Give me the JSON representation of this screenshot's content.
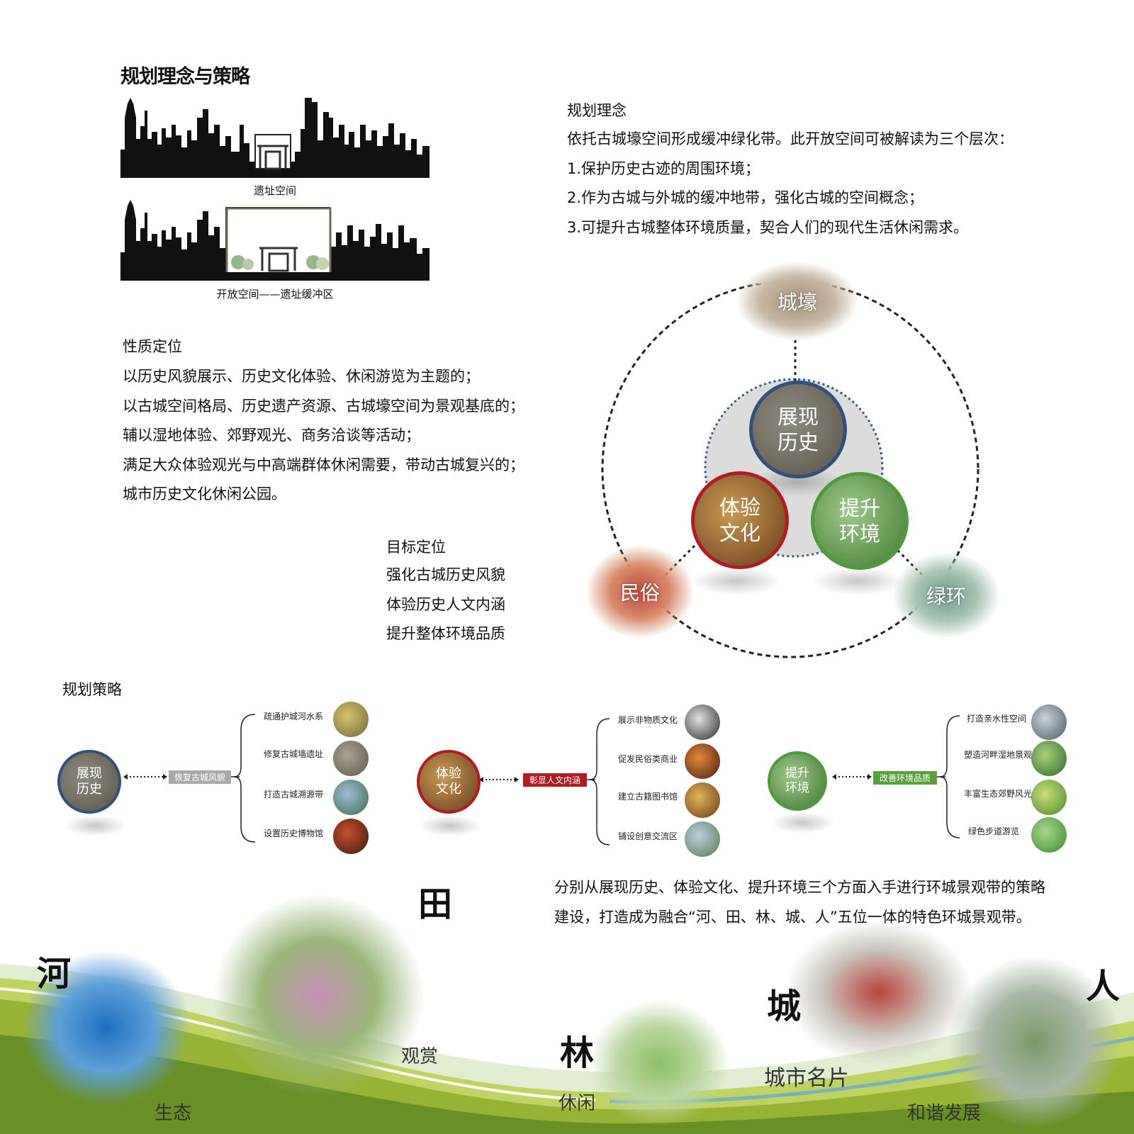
{
  "title": "规划理念与策略",
  "skylines": [
    {
      "caption": "遗址空间"
    },
    {
      "caption": "开放空间——遗址缓冲区"
    }
  ],
  "concept": {
    "heading": "规划理念",
    "lines": [
      "依托古城壕空间形成缓冲绿化带。此开放空间可被解读为三个层次：",
      "1.保护历史古迹的周围环境；",
      "2.作为古城与外城的缓冲地带，强化古城的空间概念；",
      "3.可提升古城整体环境质量，契合人们的现代生活休闲需求。"
    ]
  },
  "positioning": {
    "heading": "性质定位",
    "lines": [
      "以历史风貌展示、历史文化体验、休闲游览为主题的；",
      "以古城空间格局、历史遗产资源、古城壕空间为景观基底的；",
      "辅以湿地体验、郊野观光、商务洽谈等活动；",
      "满足大众体验观光与中高端群体休闲需要，带动古城复兴的；",
      "城市历史文化休闲公园。"
    ]
  },
  "goals": {
    "heading": "目标定位",
    "lines": [
      "强化古城历史风貌",
      "体验历史人文内涵",
      "提升整体环境品质"
    ]
  },
  "diagram": {
    "outer": {
      "top": "城壕",
      "left": "民俗",
      "right": "绿环"
    },
    "inner": [
      {
        "line1": "展现",
        "line2": "历史",
        "color": "#34507a"
      },
      {
        "line1": "体验",
        "line2": "文化",
        "color": "#b01c22"
      },
      {
        "line1": "提升",
        "line2": "环境",
        "color": "#4f9a3a"
      }
    ]
  },
  "strategy": {
    "heading": "规划策略",
    "groups": [
      {
        "node_line1": "展现",
        "node_line2": "历史",
        "node_color": "#34507a",
        "tag": "恢复古城风貌",
        "tag_color": "#a9a9a9",
        "items": [
          "疏通护城河水系",
          "修复古城墙遗址",
          "打造古城溯源带",
          "设置历史博物馆"
        ],
        "thumb_colors": [
          "#b6a04a",
          "#8b8474",
          "#6e8fb4",
          "#8a2a1c"
        ]
      },
      {
        "node_line1": "体验",
        "node_line2": "文化",
        "node_color": "#b01c22",
        "tag": "彰显人文内涵",
        "tag_color": "#b01c22",
        "items": [
          "展示非物质文化",
          "促发民俗类商业",
          "建立古籍图书馆",
          "铺设创意交流区"
        ],
        "thumb_colors": [
          "#4a4a4a",
          "#8a4a1c",
          "#b47a2a",
          "#7a9a6a"
        ]
      },
      {
        "node_line1": "提升",
        "node_line2": "环境",
        "node_color": "#4f9a3a",
        "tag": "改善环境品质",
        "tag_color": "#5aa03c",
        "items": [
          "打造亲水性空间",
          "塑造河畔湿地景观",
          "丰富生态郊野风光",
          "绿色步道游览"
        ],
        "thumb_colors": [
          "#6a8a9a",
          "#5a8a3a",
          "#8aa84a",
          "#5a9a3a"
        ]
      }
    ]
  },
  "summary": [
    "分别从展现历史、体验文化、提升环境三个方面入手进行环城景观带的策略",
    "建设，打造成为融合“河、田、林、城、人”五位一体的特色环城景观带。"
  ],
  "bottom": {
    "chars": [
      "河",
      "田",
      "林",
      "城",
      "人"
    ],
    "labels": [
      "生态",
      "观赏",
      "休闲",
      "城市名片",
      "和谐发展"
    ]
  }
}
